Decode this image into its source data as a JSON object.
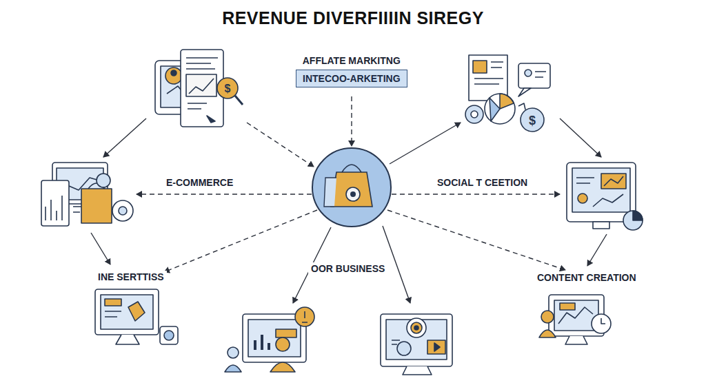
{
  "diagram": {
    "title": "REVENUE DIVERFIIIIN SIREGY",
    "nodes": [
      {
        "text": [
          "AFFLATE MARKITNG",
          "INTECOO-ARKETING"
        ]
      }
    ],
    "labels": [
      "E-COMMERCE",
      "SOCIAL T CEETION",
      "INE SERTTISS",
      "OOR BUSINESS",
      "CONTENT CREATION"
    ]
  }
}
